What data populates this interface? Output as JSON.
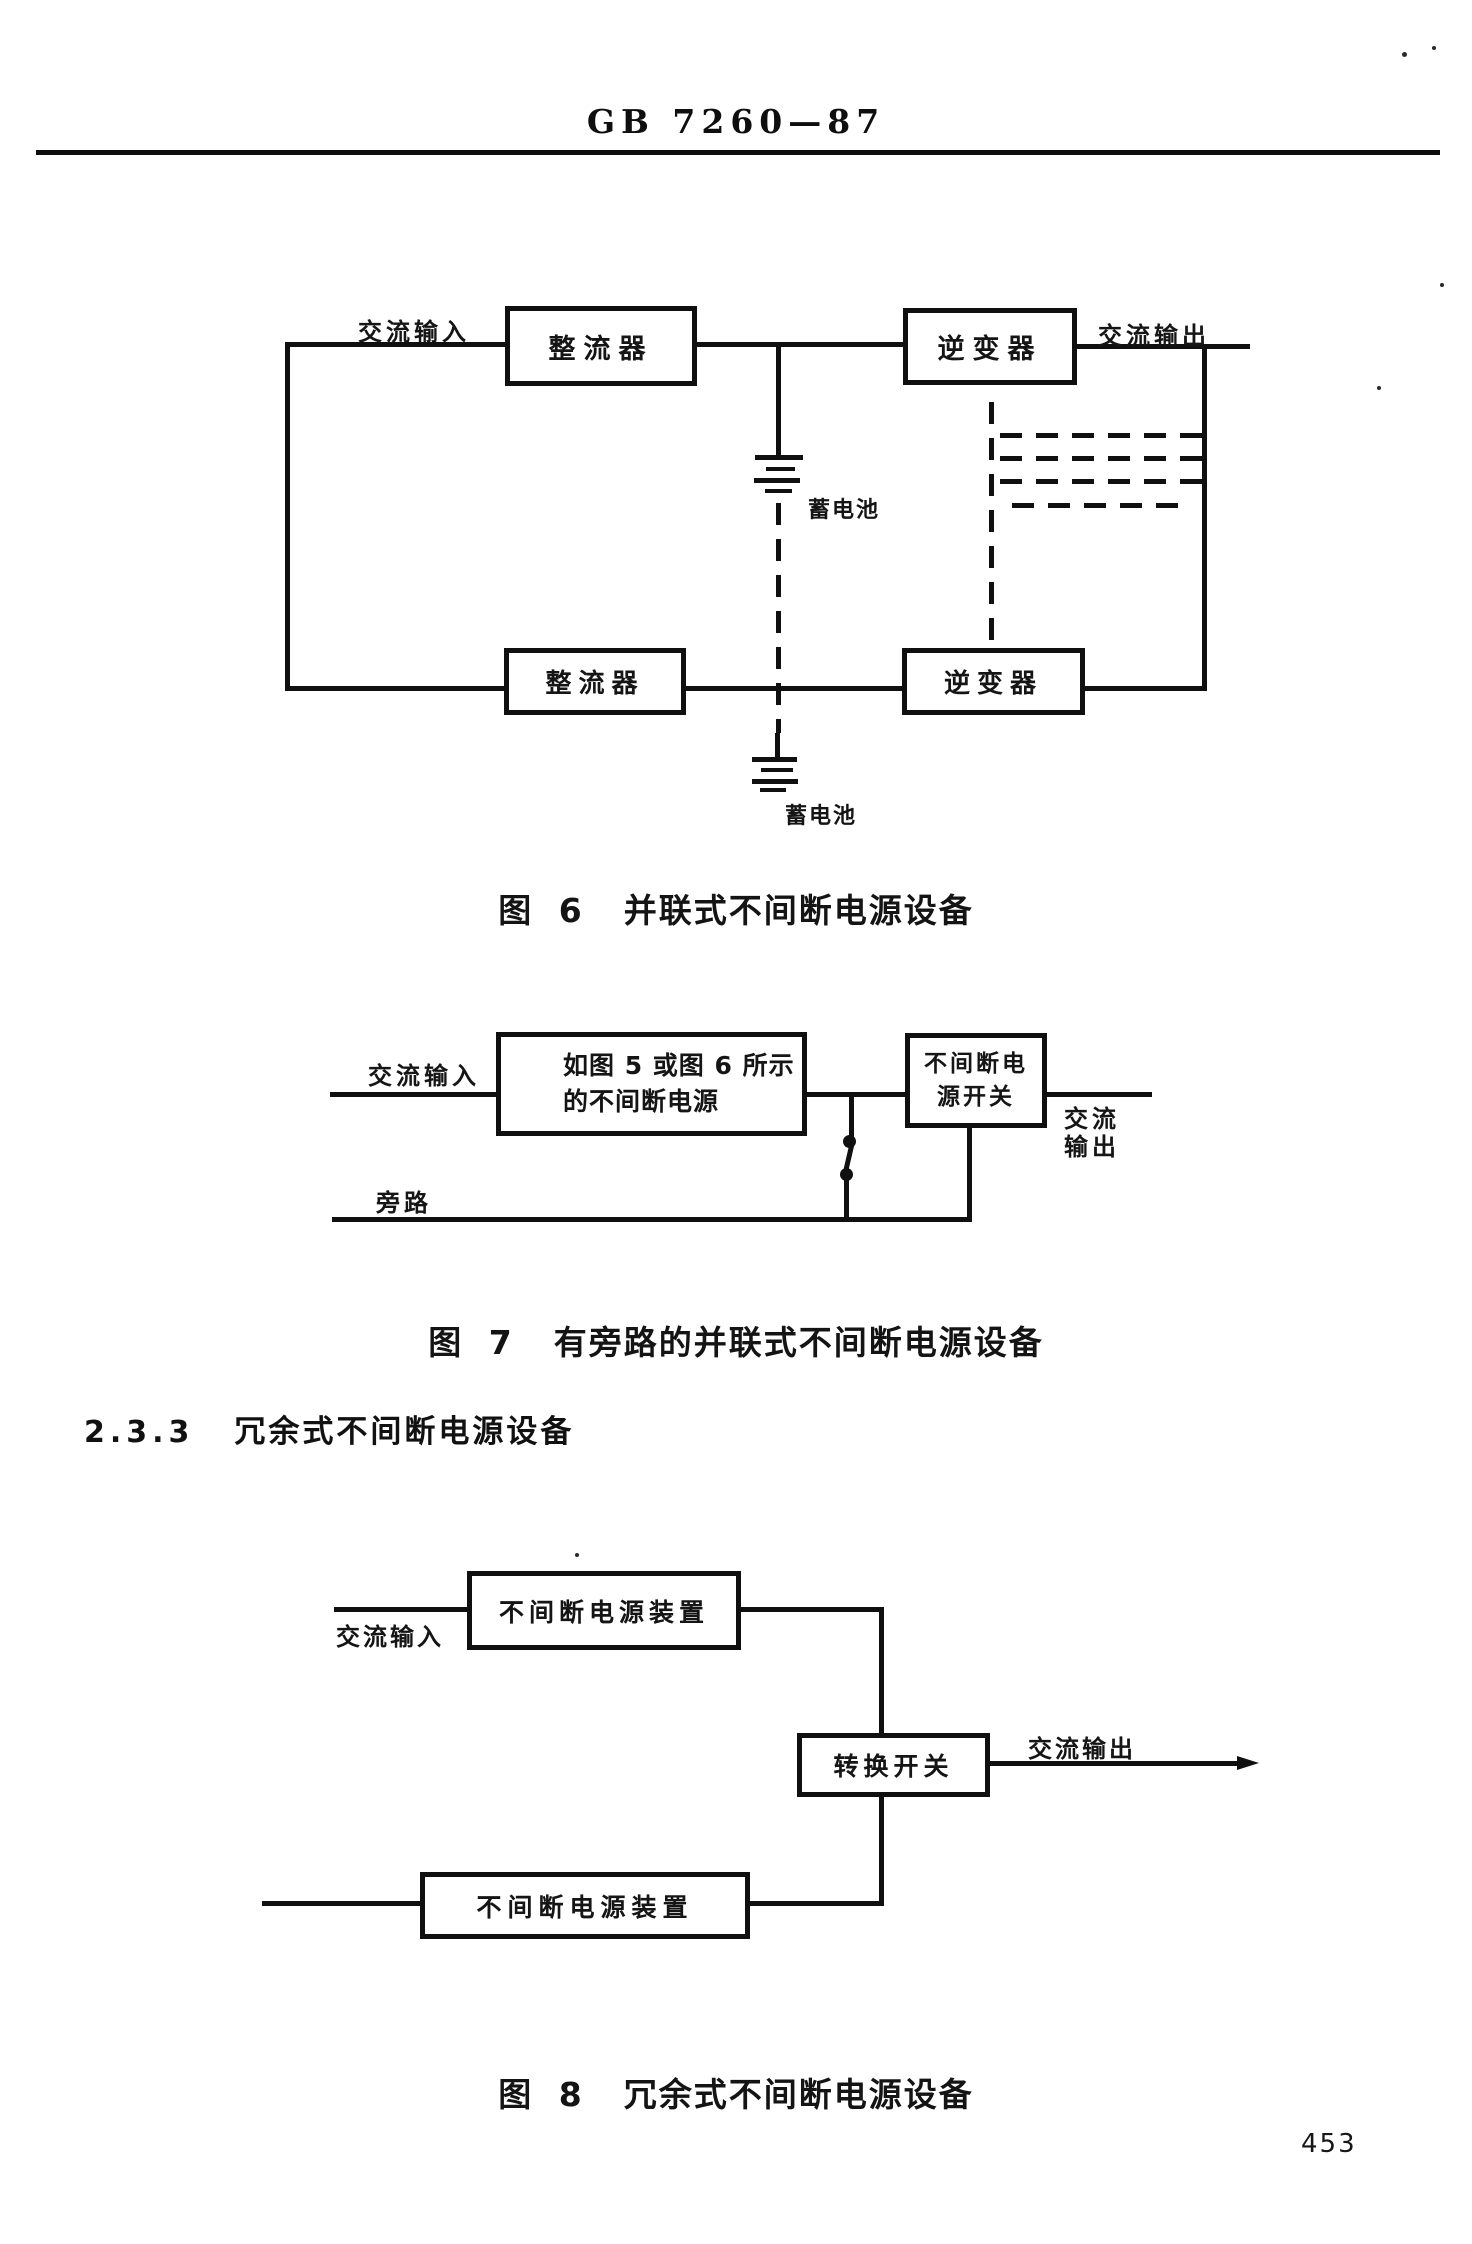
{
  "page": {
    "paper_color": "#ffffff",
    "ink_color": "#101010",
    "page_number": "453"
  },
  "header": {
    "doc_code": "GB 7260—87"
  },
  "section_233": {
    "number": "2.3.3",
    "title": "冗余式不间断电源设备"
  },
  "fig6": {
    "caption_num": "图 6",
    "caption_text": "并联式不间断电源设备",
    "ac_input": "交流输入",
    "ac_output": "交流输出",
    "rectifier_top": "整流器",
    "inverter_top": "逆变器",
    "rectifier_bottom": "整流器",
    "inverter_bottom": "逆变器",
    "battery_top": "蓄电池",
    "battery_bottom": "蓄电池"
  },
  "fig7": {
    "caption_num": "图 7",
    "caption_text": "有旁路的并联式不间断电源设备",
    "ac_input": "交流输入",
    "ups_box_line1": "如图 5 或图 6 所示",
    "ups_box_line2": "的不间断电源",
    "switch_box_line1": "不间断电",
    "switch_box_line2": "源开关",
    "bypass": "旁路",
    "ac_output_line1": "交流",
    "ac_output_line2": "输出"
  },
  "fig8": {
    "caption_num": "图 8",
    "caption_text": "冗余式不间断电源设备",
    "ac_input": "交流输入",
    "ac_output": "交流输出",
    "ups_top": "不间断电源装置",
    "ups_bottom": "不间断电源装置",
    "transfer_switch": "转换开关"
  }
}
